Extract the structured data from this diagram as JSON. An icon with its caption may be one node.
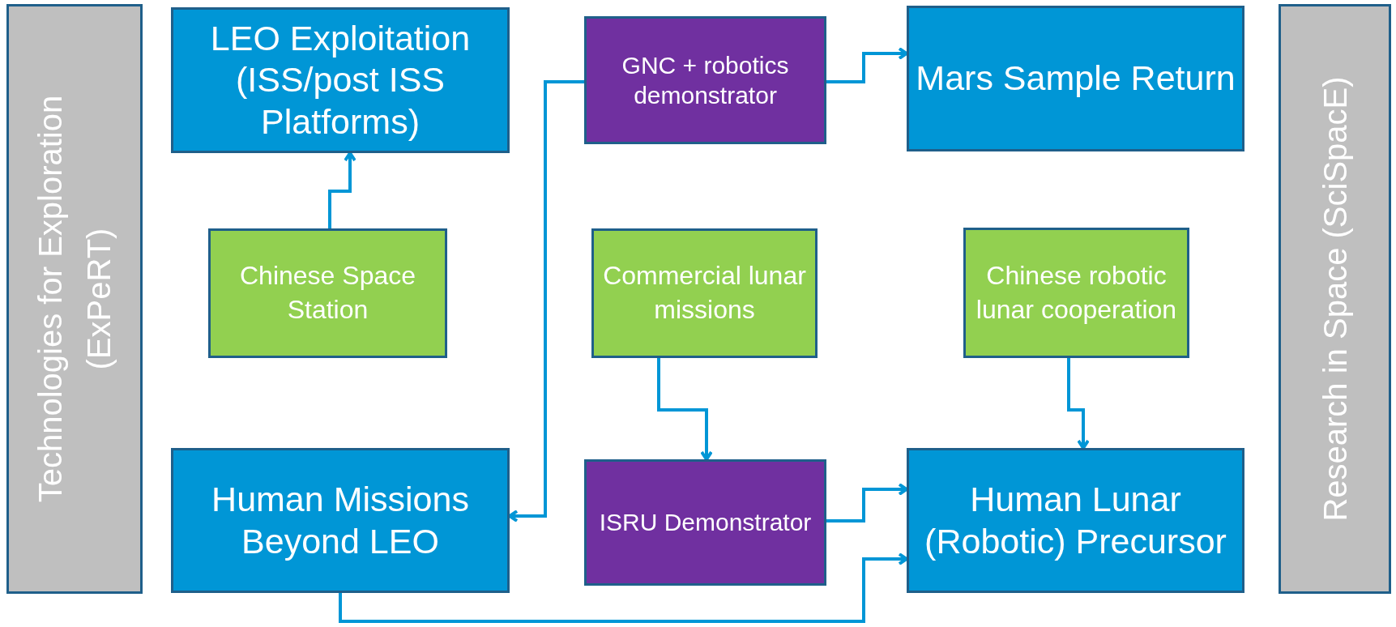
{
  "diagram": {
    "nodes": [
      {
        "text": [
          "Technologies for Exploration (ExPeRT)"
        ]
      },
      {
        "text": [
          "LEO Exploitation (ISS/post ISS Platforms)"
        ]
      },
      {
        "text": [
          "GNC + robotics demonstrator"
        ]
      },
      {
        "text": [
          "Mars Sample Return"
        ]
      },
      {
        "text": [
          "Research in Space (SciSpacE)"
        ]
      },
      {
        "text": [
          "Chinese Space Station"
        ]
      },
      {
        "text": [
          "Commercial lunar missions"
        ]
      },
      {
        "text": [
          "Chinese robotic lunar cooperation"
        ]
      },
      {
        "text": [
          "Human Missions Beyond LEO"
        ]
      },
      {
        "text": [
          "ISRU Demonstrator"
        ]
      },
      {
        "text": [
          "Human Lunar (Robotic) Precursor"
        ]
      }
    ],
    "edges": [
      {
        "from": 5,
        "to": 1,
        "arrow": "to"
      },
      {
        "from": 2,
        "to": 3,
        "arrow": "to"
      },
      {
        "from": 2,
        "to": 8,
        "arrow": "to"
      },
      {
        "from": 6,
        "to": 9,
        "arrow": "to"
      },
      {
        "from": 7,
        "to": 10,
        "arrow": "to"
      },
      {
        "from": 9,
        "to": 10,
        "arrow": "to"
      },
      {
        "from": 8,
        "to": 10,
        "arrow": "to"
      }
    ]
  }
}
